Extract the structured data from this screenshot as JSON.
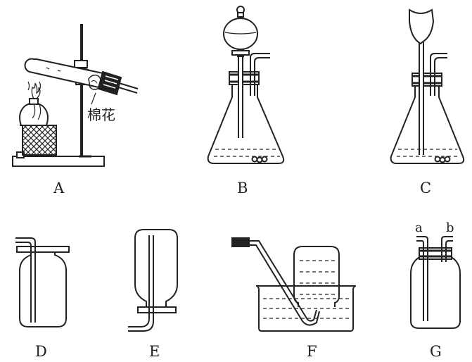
{
  "apparatus": {
    "A": {
      "letter": "A",
      "annotation": "棉花"
    },
    "B": {
      "letter": "B"
    },
    "C": {
      "letter": "C"
    },
    "D": {
      "letter": "D"
    },
    "E": {
      "letter": "E"
    },
    "F": {
      "letter": "F"
    },
    "G": {
      "letter": "G",
      "port_a": "a",
      "port_b": "b"
    }
  },
  "colors": {
    "ink": "#222222",
    "background": "#ffffff"
  }
}
